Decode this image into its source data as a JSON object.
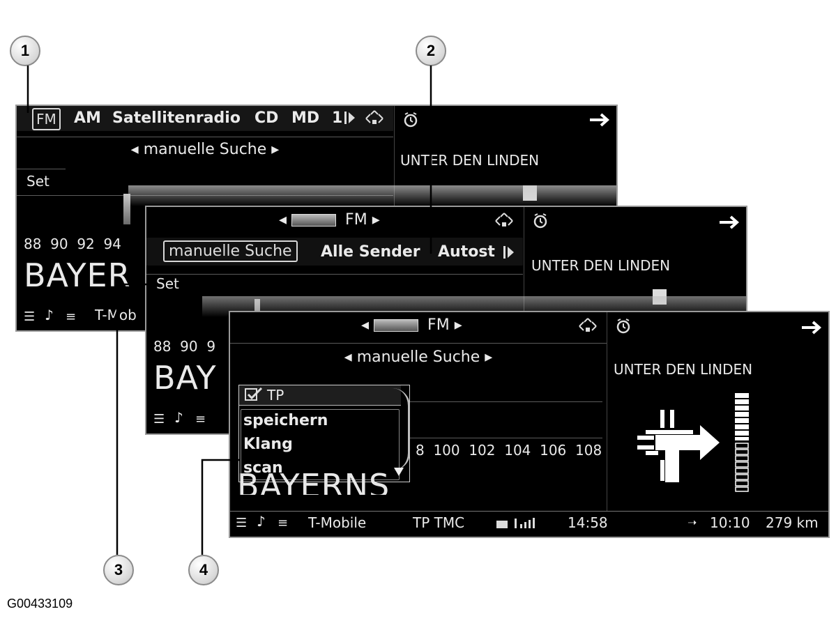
{
  "figure_id": "G00433109",
  "callouts": [
    "1",
    "2",
    "3",
    "4"
  ],
  "screen1": {
    "tabs": [
      "FM",
      "AM",
      "Satellitenradio",
      "CD",
      "MD",
      "1"
    ],
    "search": "manuelle Suche",
    "set": "Set",
    "freqs": "88  90  92  94",
    "station": "BAYER",
    "provider": "T-Mob",
    "right_text": "UNTER DEN LINDEN"
  },
  "screen2": {
    "source": "FM",
    "tabs": [
      "manuelle Suche",
      "Alle Sender",
      "Autost"
    ],
    "set": "Set",
    "freqs": "88  90  9",
    "station": "BAY",
    "right_text": "UNTER DEN LINDEN"
  },
  "screen3": {
    "source": "FM",
    "search": "manuelle Suche",
    "menu": {
      "tp": "TP",
      "items": [
        "speichern",
        "Klang",
        "scan"
      ]
    },
    "freqs": "8  100  102  104  106  108",
    "station": "BAYERNS",
    "status": {
      "provider": "T-Mobile",
      "tp": "TP TMC",
      "time": "14:58",
      "eta": "10:10",
      "distance": "279 km"
    },
    "right_text": "UNTER DEN LINDEN"
  }
}
